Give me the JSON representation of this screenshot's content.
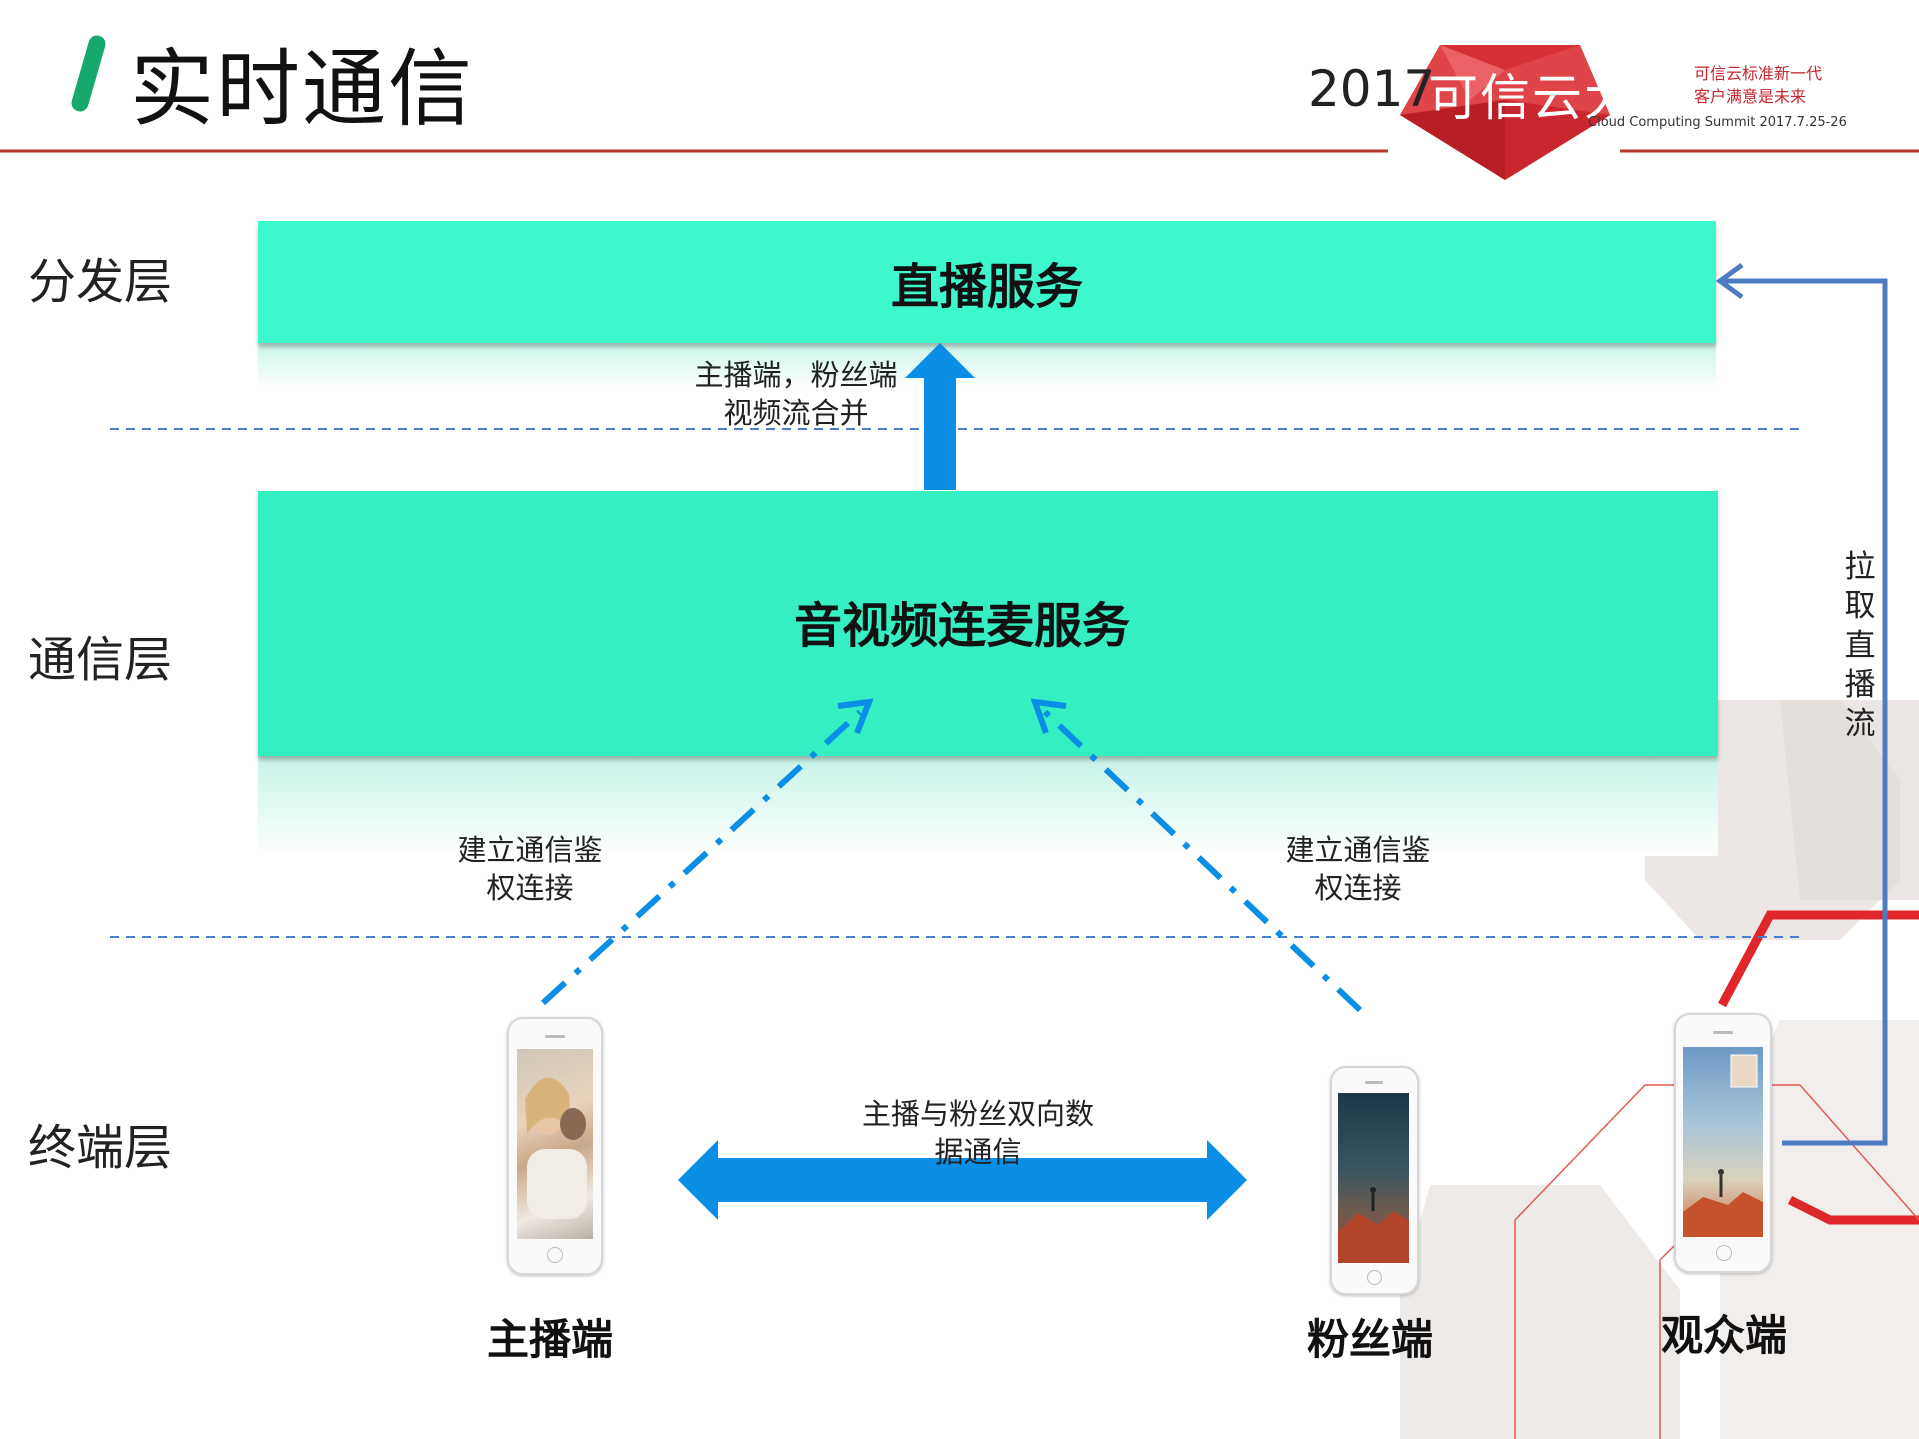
{
  "header": {
    "title": "实时通信",
    "conference": {
      "year": "2017",
      "name": "可信云大会",
      "slogan_line1": "可信云标准新一代",
      "slogan_line2": "客户满意是未来",
      "subtitle": "Cloud Computing Summit 2017.7.25-26"
    }
  },
  "layers": {
    "distribution": "分发层",
    "communication": "通信层",
    "terminal": "终端层"
  },
  "boxes": {
    "live_service": "直播服务",
    "av_link_service": "音视频连麦服务"
  },
  "annotations": {
    "merge_line1": "主播端，粉丝端",
    "merge_line2": "视频流合并",
    "auth_left_line1": "建立通信鉴",
    "auth_left_line2": "权连接",
    "auth_right_line1": "建立通信鉴",
    "auth_right_line2": "权连接",
    "bidir_line1": "主播与粉丝双向数",
    "bidir_line2": "据通信",
    "pull_stream": [
      "拉",
      "取",
      "直",
      "播",
      "流"
    ]
  },
  "devices": {
    "anchor": "主播端",
    "fan": "粉丝端",
    "audience": "观众端"
  },
  "colors": {
    "box_fill": "#3df7cd",
    "arrow_blue": "#0a8ee6",
    "dash_blue": "#4a7ecb",
    "pull_line": "#4e7cc2",
    "header_red": "#b5342b",
    "ruby_red": "#d62f34"
  }
}
